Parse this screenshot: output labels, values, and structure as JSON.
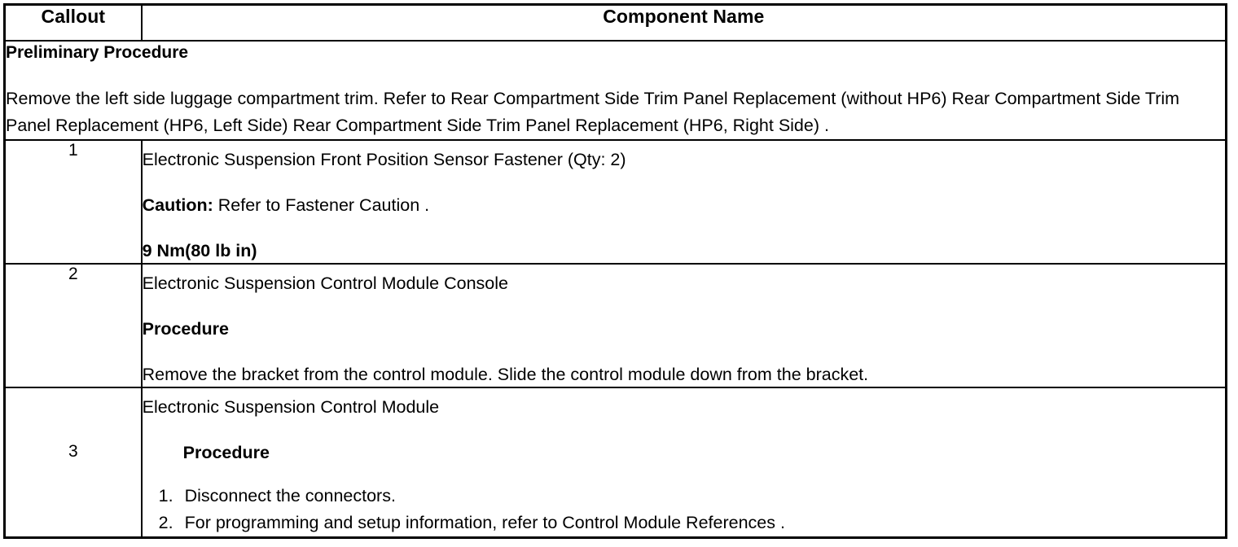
{
  "table": {
    "headers": {
      "callout": "Callout",
      "component_name": "Component Name"
    },
    "preliminary": {
      "title": "Preliminary Procedure",
      "body": "Remove the left side luggage compartment trim. Refer to Rear Compartment Side Trim Panel Replacement (without HP6) Rear Compartment Side Trim Panel Replacement (HP6, Left Side) Rear Compartment Side Trim Panel Replacement (HP6, Right Side) ."
    },
    "rows": [
      {
        "callout": "1",
        "component": "Electronic Suspension Front Position Sensor Fastener (Qty: 2)",
        "caution_label": "Caution:",
        "caution_text": " Refer to Fastener Caution .",
        "torque": "9 Nm(80 lb in)"
      },
      {
        "callout": "2",
        "component": "Electronic Suspension Control Module Console",
        "procedure_label": "Procedure",
        "procedure_text": "Remove the bracket from the control module. Slide the control module down from the bracket."
      },
      {
        "callout": "3",
        "component": "Electronic Suspension Control Module",
        "procedure_label": "Procedure",
        "steps": [
          {
            "num": "1.",
            "text": "Disconnect the connectors."
          },
          {
            "num": "2.",
            "text": "For programming and setup information, refer to Control Module References ."
          }
        ]
      }
    ]
  }
}
